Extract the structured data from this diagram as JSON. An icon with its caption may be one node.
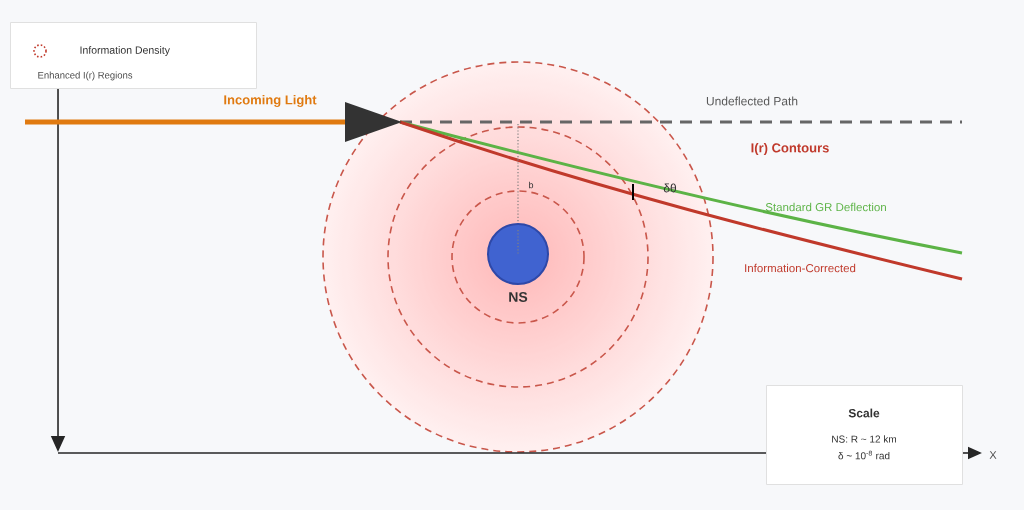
{
  "diagram": {
    "nodes": [
      {
        "text": [
          "Information Density",
          "Enhanced I(r) Regions"
        ]
      },
      {
        "text": [
          "NS"
        ]
      },
      {
        "text": [
          "Scale",
          "NS: R ~ 12 km",
          "δ ~ 10$^{-8}$ rad"
        ]
      }
    ],
    "labels": [
      "Incoming Light",
      "Undeflected Path",
      "I(r) Contours",
      "Standard GR Deflection",
      "Information-Corrected",
      "b",
      "δθ",
      "X"
    ]
  }
}
